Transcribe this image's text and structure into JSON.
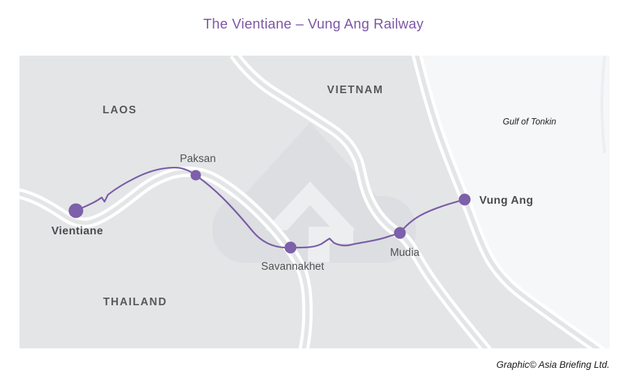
{
  "title": "The Vientiane – Vung Ang Railway",
  "credit": "Graphic© Asia Briefing Ltd.",
  "map": {
    "countries": [
      {
        "name": "LAOS"
      },
      {
        "name": "VIETNAM"
      },
      {
        "name": "THAILAND"
      }
    ],
    "water": {
      "label": "Gulf of Tonkin"
    },
    "railway": {
      "stations": [
        {
          "name": "Vientiane",
          "terminus": "true"
        },
        {
          "name": "Paksan",
          "terminus": "false"
        },
        {
          "name": "Savannakhet",
          "terminus": "false"
        },
        {
          "name": "Mudia",
          "terminus": "false"
        },
        {
          "name": "Vung Ang",
          "terminus": "true"
        }
      ]
    }
  },
  "colors": {
    "title_purple": "#7d57a5",
    "railway_purple": "#7a5da8",
    "station_dot_purple": "#7c60aa",
    "land_gray": "#e4e5e7",
    "sea_light": "#f6f7f8",
    "line_white": "#ffffff",
    "watermark_dark": "#dcdee1",
    "watermark_light": "#eceef0",
    "label_dark_gray": "#57585a"
  }
}
